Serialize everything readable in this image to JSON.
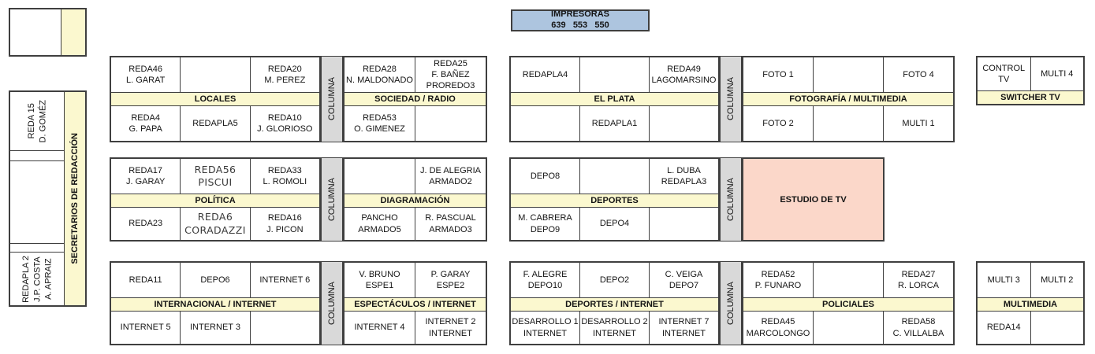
{
  "colors": {
    "band_yellow": "#fbf8cf",
    "columna_gray": "#d9d9d9",
    "printer_blue": "#adc5df",
    "studio_pink": "#fbd7c9",
    "border": "#3f3f3f"
  },
  "printer": {
    "line1": "IMPRESORAS",
    "line2": "639   553   550"
  },
  "labels": {
    "columna": "COLUMNA",
    "estudio": "ESTUDIO DE TV"
  },
  "left": {
    "strip": "SECRETARIOS DE REDACCIÓN",
    "cell_top": "REDA 15\nD. GOMÉZ",
    "cell_bottom": "REDAPLA 2\nJ.P. COSTA\nA. APRAIZ"
  },
  "groups": {
    "locales": {
      "band": "LOCALES",
      "cells": [
        "REDA46\nL. GARAT",
        "",
        "REDA20\nM. PEREZ",
        "REDA4\nG. PAPA",
        "REDAPLA5",
        "REDA10\nJ. GLORIOSO"
      ]
    },
    "sociedad": {
      "band": "SOCIEDAD / RADIO",
      "cells": [
        "REDA28\nN. MALDONADO",
        "REDA25\nF. BAÑEZ\nPROREDO3",
        "REDA53\nO. GIMENEZ",
        ""
      ]
    },
    "elplata": {
      "band": "EL PLATA",
      "cells": [
        "REDAPLA4",
        "",
        "REDA49\nLAGOMARSINO",
        "",
        "REDAPLA1",
        ""
      ]
    },
    "foto": {
      "band": "FOTOGRAFÍA / MULTIMEDIA",
      "cells": [
        "FOTO 1",
        "",
        "FOTO 4",
        "FOTO 2",
        "",
        "MULTI 1"
      ]
    },
    "switcher": {
      "band": "SWITCHER TV",
      "cells": [
        "CONTROL TV",
        "MULTI 4"
      ]
    },
    "politica": {
      "band": "POLÍTICA",
      "cells": [
        "REDA17\nJ. GARAY",
        "REDA56\nPISCUI",
        "REDA33\nL. ROMOLI",
        "REDA23",
        "REDA6\nCORADAZZI",
        "REDA16\nJ. PICON"
      ]
    },
    "diagramacion": {
      "band": "DIAGRAMACIÓN",
      "cells": [
        "",
        "J. DE ALEGRIA\nARMADO2",
        "PANCHO\nARMADO5",
        "R. PASCUAL\nARMADO3"
      ]
    },
    "deportes": {
      "band": "DEPORTES",
      "cells": [
        "DEPO8",
        "",
        "L. DUBA\nREDAPLA3",
        "M. CABRERA\nDEPO9",
        "DEPO4",
        ""
      ]
    },
    "internacional": {
      "band": "INTERNACIONAL / INTERNET",
      "cells": [
        "REDA11",
        "DEPO6",
        "INTERNET 6",
        "INTERNET 5",
        "INTERNET 3",
        ""
      ]
    },
    "espectaculos": {
      "band": "ESPECTÁCULOS / INTERNET",
      "cells": [
        "V. BRUNO\nESPE1",
        "P. GARAY\nESPE2",
        "INTERNET 4",
        "INTERNET 2\nINTERNET"
      ]
    },
    "deportes_internet": {
      "band": "DEPORTES / INTERNET",
      "cells": [
        "F. ALEGRE\nDEPO10",
        "DEPO2",
        "C. VEIGA\nDEPO7",
        "DESARROLLO 1\nINTERNET",
        "DESARROLLO 2\nINTERNET",
        "INTERNET 7\nINTERNET"
      ]
    },
    "policiales": {
      "band": "POLICIALES",
      "cells": [
        "REDA52\nP. FUNARO",
        "",
        "REDA27\nR. LORCA",
        "REDA45\nMARCOLONGO",
        "",
        "REDA58\nC. VILLALBA"
      ]
    },
    "multimedia": {
      "band": "MULTIMEDIA",
      "cells": [
        "MULTI 3",
        "MULTI 2",
        "REDA14",
        ""
      ]
    }
  }
}
